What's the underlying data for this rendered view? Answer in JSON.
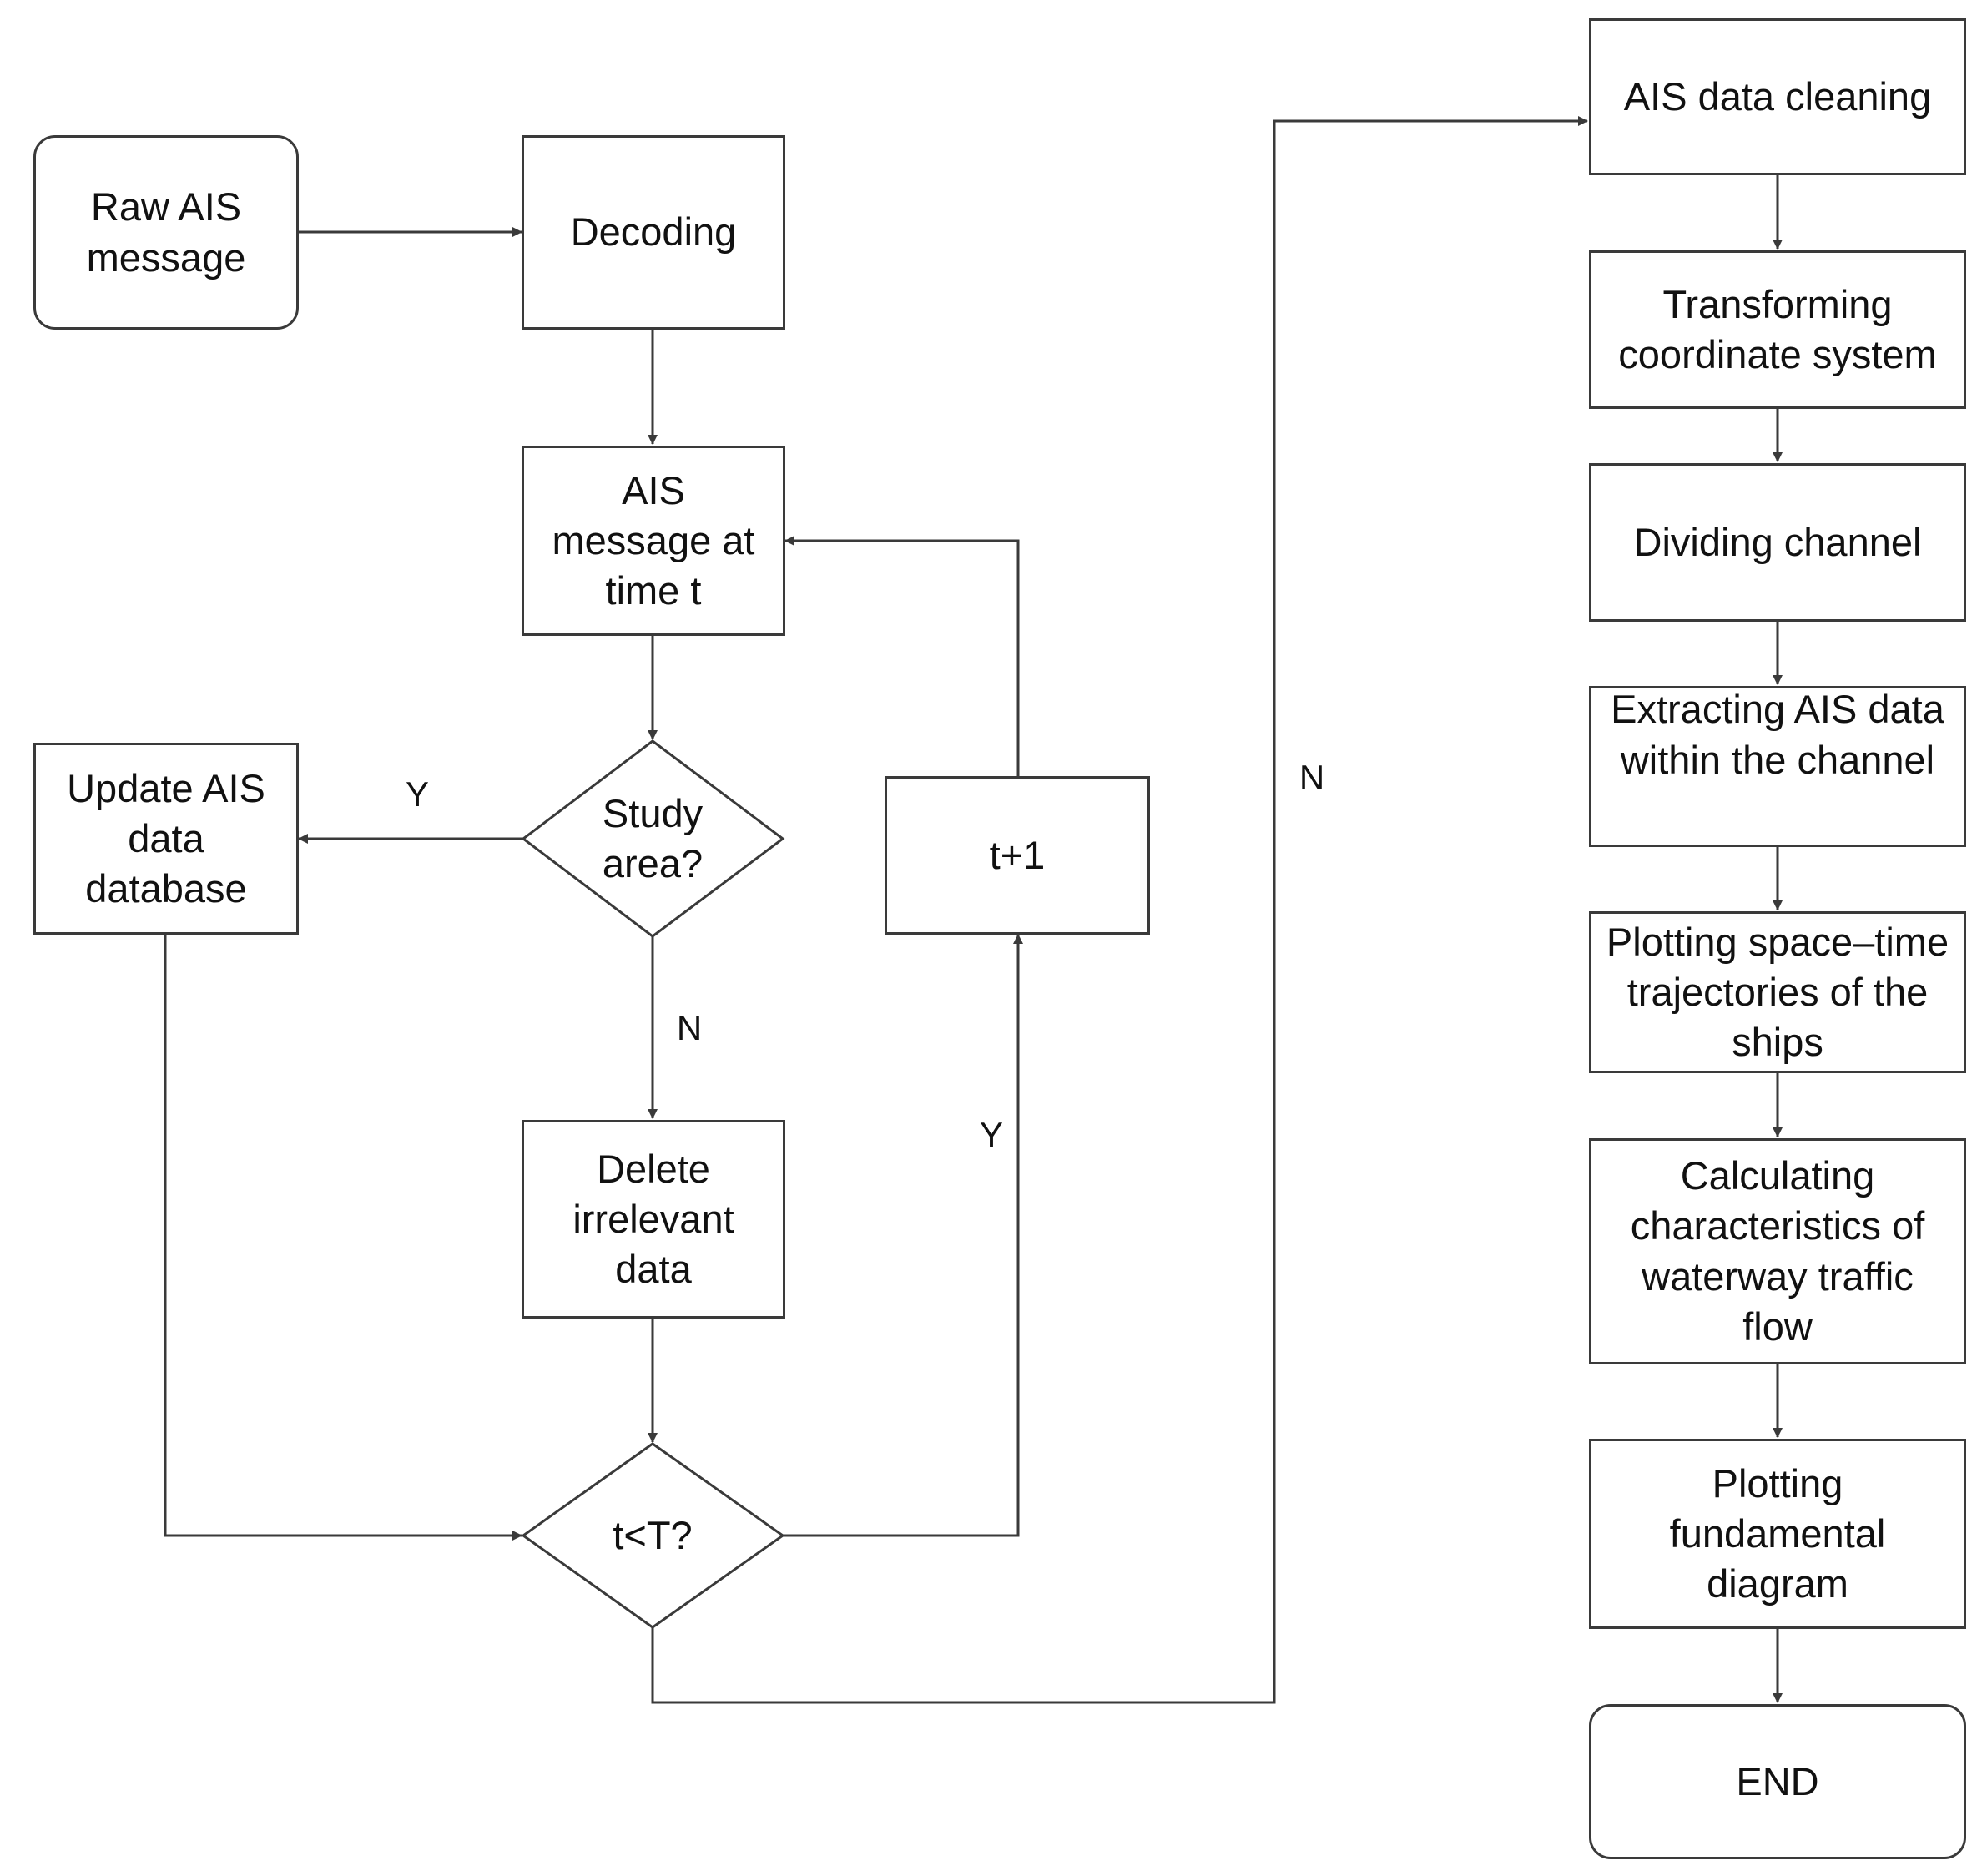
{
  "nodes": {
    "raw_ais": "Raw AIS\nmessage",
    "decoding": "Decoding",
    "ais_at_t": "AIS\nmessage at\ntime t",
    "study_area": "Study\narea?",
    "update_db": "Update AIS\ndata\ndatabase",
    "t_plus_1": "t+1",
    "delete_irrelevant": "Delete\nirrelevant\ndata",
    "t_less_T": "t<T?",
    "cleaning": "AIS data cleaning",
    "transforming": "Transforming\ncoordinate system",
    "dividing": "Dividing channel",
    "extracting": "Extracting AIS data\nwithin the channel",
    "plotting_traj": "Plotting space–time\ntrajectories of the\nships",
    "calculating": "Calculating\ncharacteristics of\nwaterway traffic\nflow",
    "plotting_fd": "Plotting\nfundamental\ndiagram",
    "end": "END"
  },
  "edge_labels": {
    "study_yes": "Y",
    "study_no": "N",
    "loop_yes": "Y",
    "loop_no": "N"
  },
  "colors": {
    "line": "#3a3a3a",
    "text": "#111111"
  }
}
